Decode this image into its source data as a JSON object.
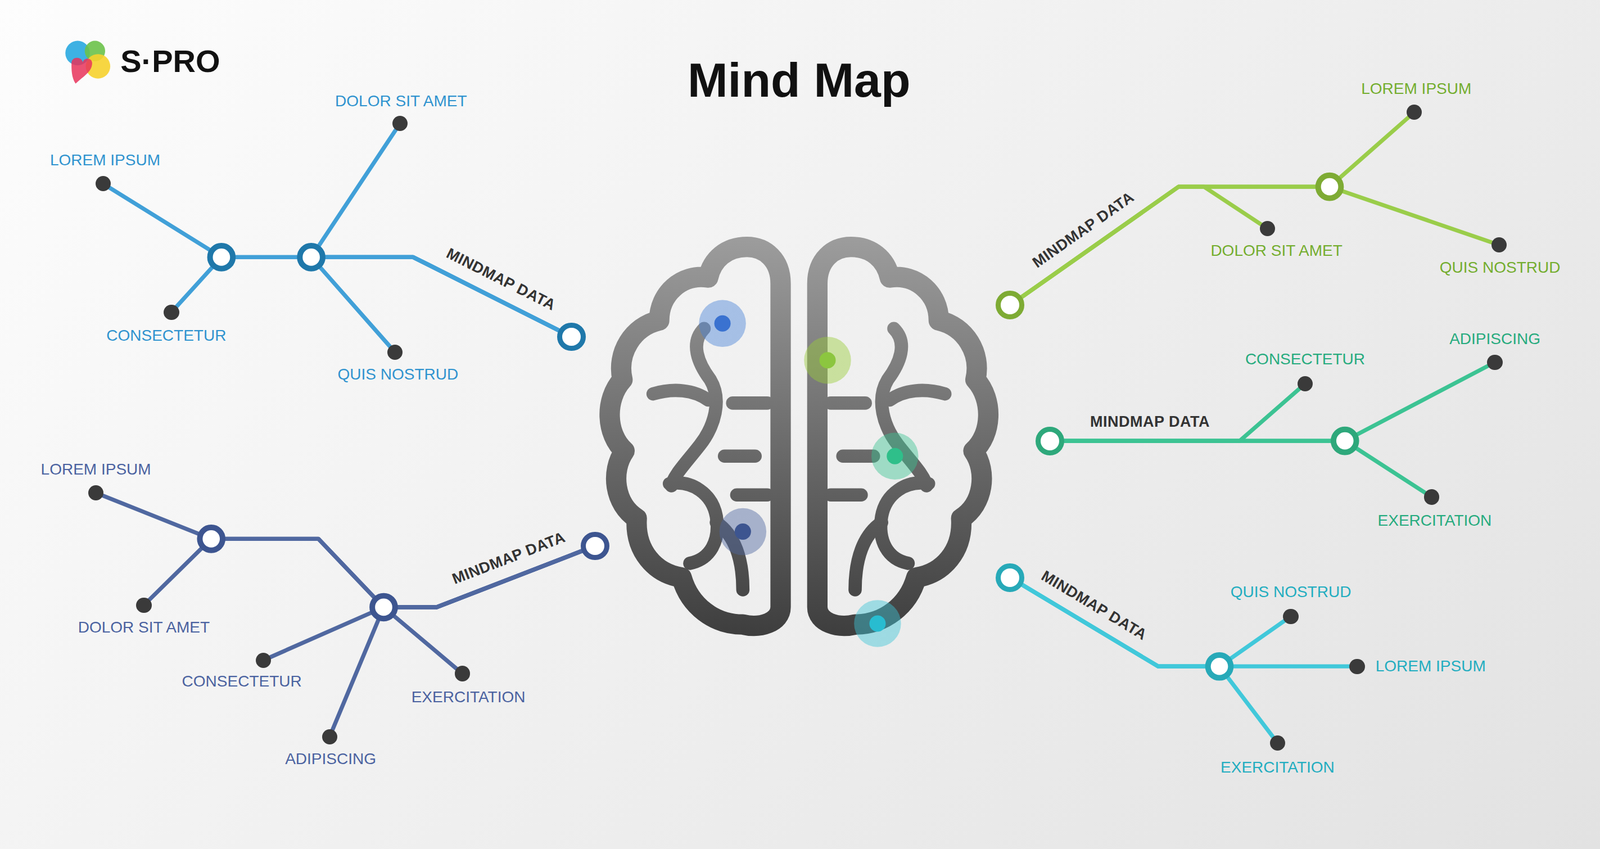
{
  "diagram": {
    "title": "Mind Map",
    "nodes": [
      {
        "text": [
          "MINDMAP DATA"
        ]
      },
      {
        "text": [
          "LOREM IPSUM"
        ]
      },
      {
        "text": [
          "DOLOR SIT AMET"
        ]
      },
      {
        "text": [
          "CONSECTETUR"
        ]
      },
      {
        "text": [
          "QUIS NOSTRUD"
        ]
      },
      {
        "text": [
          "MINDMAP DATA"
        ]
      },
      {
        "text": [
          "LOREM IPSUM"
        ]
      },
      {
        "text": [
          "DOLOR SIT AMET"
        ]
      },
      {
        "text": [
          "QUIS NOSTRUD"
        ]
      },
      {
        "text": [
          "MINDMAP DATA"
        ]
      },
      {
        "text": [
          "CONSECTETUR"
        ]
      },
      {
        "text": [
          "ADIPISCING"
        ]
      },
      {
        "text": [
          "EXERCITATION"
        ]
      },
      {
        "text": [
          "MINDMAP DATA"
        ]
      },
      {
        "text": [
          "LOREM IPSUM"
        ]
      },
      {
        "text": [
          "DOLOR SIT AMET"
        ]
      },
      {
        "text": [
          "CONSECTETUR"
        ]
      },
      {
        "text": [
          "EXERCITATION"
        ]
      },
      {
        "text": [
          "ADIPISCING"
        ]
      },
      {
        "text": [
          "MINDMAP DATA"
        ]
      },
      {
        "text": [
          "QUIS NOSTRUD"
        ]
      },
      {
        "text": [
          "LOREM IPSUM"
        ]
      },
      {
        "text": [
          "EXERCITATION"
        ]
      }
    ],
    "edges": [
      {
        "from": 0,
        "to": 1,
        "arrow": "none"
      },
      {
        "from": 0,
        "to": 2,
        "arrow": "none"
      },
      {
        "from": 0,
        "to": 3,
        "arrow": "none"
      },
      {
        "from": 0,
        "to": 4,
        "arrow": "none"
      },
      {
        "from": 5,
        "to": 6,
        "arrow": "none"
      },
      {
        "from": 5,
        "to": 7,
        "arrow": "none"
      },
      {
        "from": 5,
        "to": 8,
        "arrow": "none"
      },
      {
        "from": 9,
        "to": 10,
        "arrow": "none"
      },
      {
        "from": 9,
        "to": 11,
        "arrow": "none"
      },
      {
        "from": 9,
        "to": 12,
        "arrow": "none"
      },
      {
        "from": 13,
        "to": 14,
        "arrow": "none"
      },
      {
        "from": 13,
        "to": 15,
        "arrow": "none"
      },
      {
        "from": 13,
        "to": 16,
        "arrow": "none"
      },
      {
        "from": 13,
        "to": 17,
        "arrow": "none"
      },
      {
        "from": 13,
        "to": 18,
        "arrow": "none"
      },
      {
        "from": 19,
        "to": 20,
        "arrow": "none"
      },
      {
        "from": 19,
        "to": 21,
        "arrow": "none"
      },
      {
        "from": 19,
        "to": 22,
        "arrow": "none"
      }
    ],
    "labels": [
      "S·PRO"
    ]
  }
}
